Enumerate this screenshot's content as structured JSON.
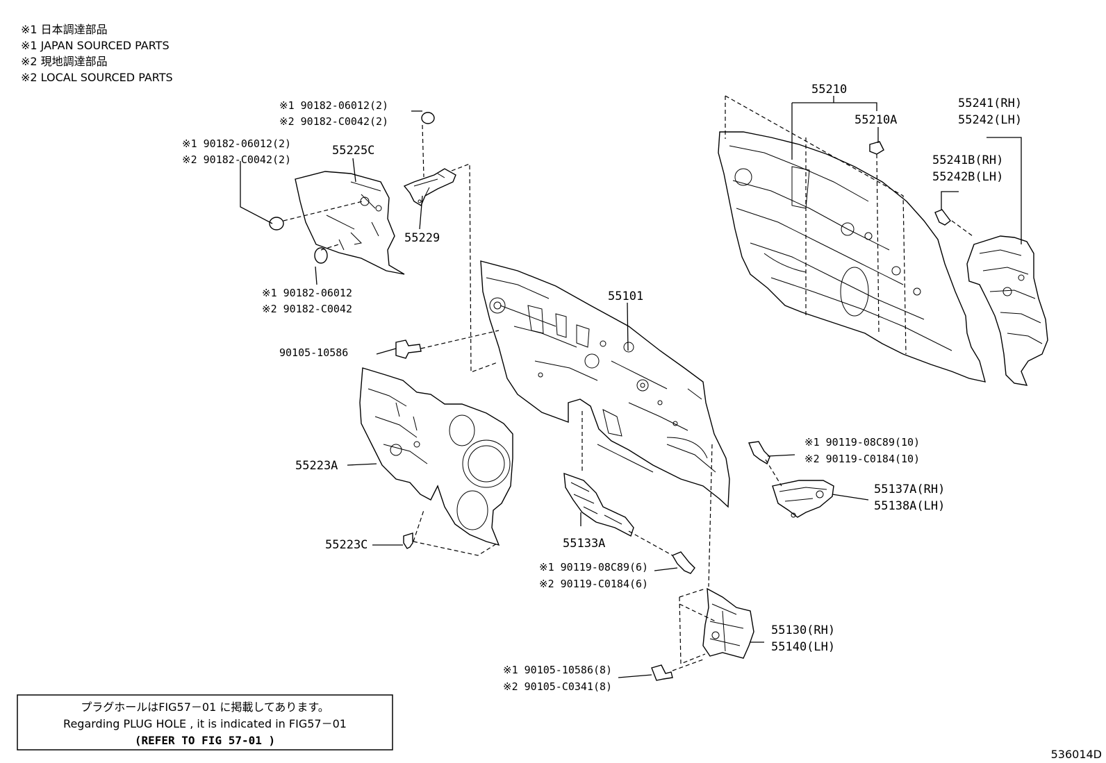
{
  "legend": [
    "※1 日本調達部品",
    "※1 JAPAN SOURCED PARTS",
    "※2 現地調達部品",
    "※2 LOCAL SOURCED PARTS"
  ],
  "labels": {
    "p_55210": "55210",
    "p_55210A": "55210A",
    "p_55241": "55241(RH)",
    "p_55242": "55242(LH)",
    "p_55241B": "55241B(RH)",
    "p_55242B": "55242B(LH)",
    "c_top_1": "※1 90182-06012(2)",
    "c_top_2": "※2 90182-C0042(2)",
    "c_left_1": "※1 90182-06012(2)",
    "c_left_2": "※2 90182-C0042(2)",
    "p_55225C": "55225C",
    "p_55229": "55229",
    "c_mid_1": "※1 90182-06012",
    "c_mid_2": "※2 90182-C0042",
    "p_55101": "55101",
    "b_90105": "90105-10586",
    "p_55223A": "55223A",
    "p_55223C": "55223C",
    "p_55133A": "55133A",
    "b_low_1": "※1 90119-08C89(6)",
    "b_low_2": "※2 90119-C0184(6)",
    "b_right_1": "※1 90119-08C89(10)",
    "b_right_2": "※2 90119-C0184(10)",
    "p_55137A": "55137A(RH)",
    "p_55138A": "55138A(LH)",
    "p_55130": "55130(RH)",
    "p_55140": "55140(LH)",
    "b_bot_1": "※1 90105-10586(8)",
    "b_bot_2": "※2 90105-C0341(8)"
  },
  "note_box": {
    "line1": "プラグホールはFIG57－01 に掲載してあります。",
    "line2": "Regarding  PLUG HOLE , it is indicated in FIG57－01",
    "line3": "(REFER TO FIG 57-01  )"
  },
  "figure_id": "536014D"
}
